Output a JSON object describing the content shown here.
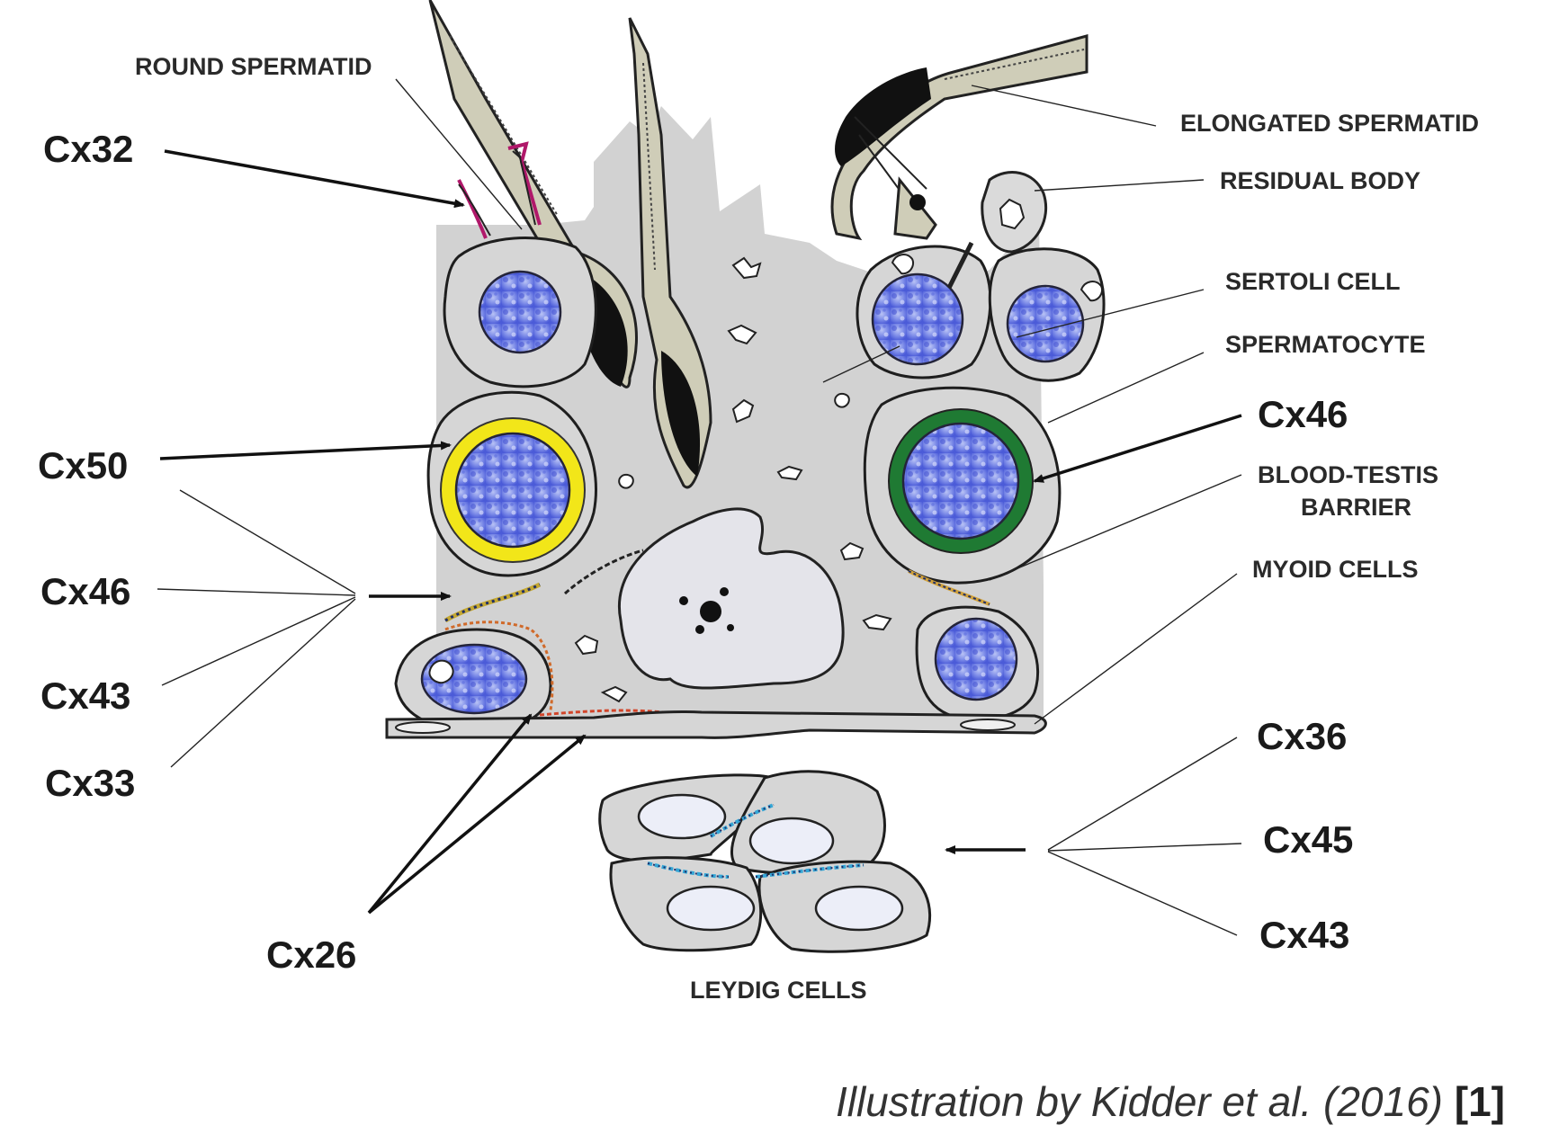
{
  "diagram": {
    "structure_labels": {
      "round_spermatid": "ROUND SPERMATID",
      "elongated_spermatid": "ELONGATED SPERMATID",
      "residual_body": "RESIDUAL BODY",
      "sertoli_cell": "SERTOLI CELL",
      "spermatocyte": "SPERMATOCYTE",
      "blood_testis_barrier_1": "BLOOD-TESTIS",
      "blood_testis_barrier_2": "BARRIER",
      "myoid_cells": "MYOID CELLS",
      "leydig_cells": "LEYDIG CELLS"
    },
    "connexin_labels": {
      "cx32": "Cx32",
      "cx50": "Cx50",
      "cx46_left": "Cx46",
      "cx43_left": "Cx43",
      "cx33": "Cx33",
      "cx26": "Cx26",
      "cx46_right": "Cx46",
      "cx36": "Cx36",
      "cx45": "Cx45",
      "cx43_right": "Cx43"
    },
    "colors": {
      "cx32_junction": "#b0186a",
      "cx50_ring": "#f2e619",
      "cx46_ring": "#1f7a33",
      "cx26_junction": "#d2452a",
      "cx43_junction": "#e8a23a",
      "leydig_junction": "#34a6d6",
      "nucleus": "#5c6ee0",
      "cytoplasm": "#d6d6d6"
    }
  },
  "caption": {
    "text": "Illustration by Kidder et al. (2016)",
    "ref": "[1]"
  }
}
